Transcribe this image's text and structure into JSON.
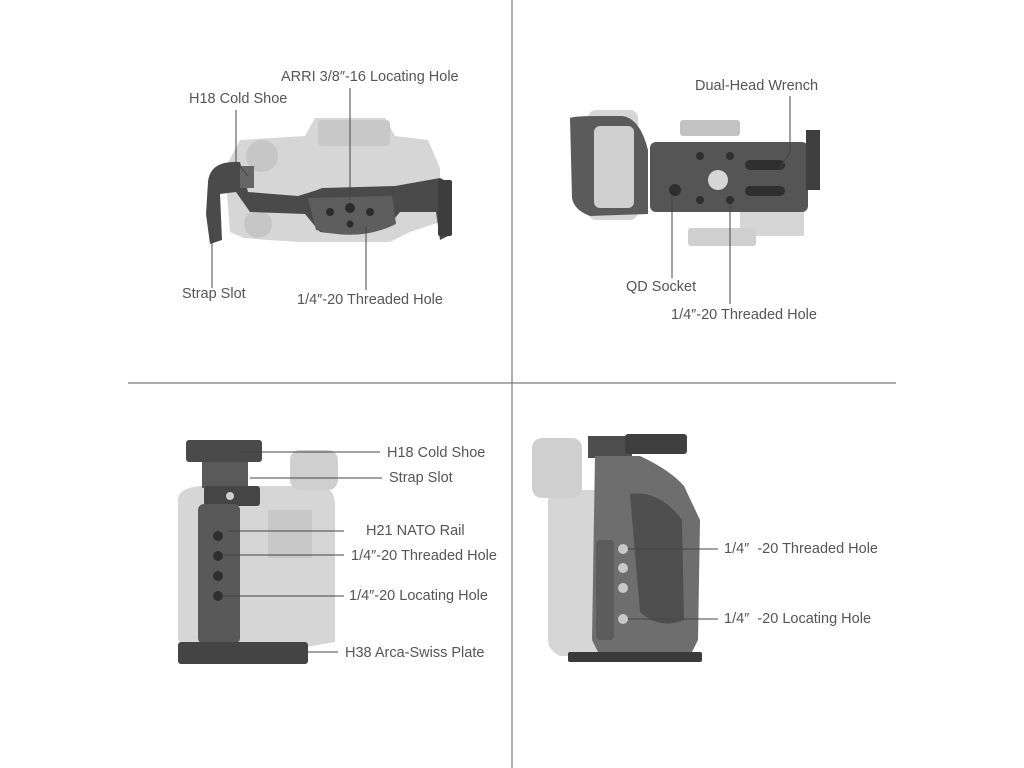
{
  "colors": {
    "divider": "#7a7a7a",
    "leader": "#444444",
    "label_text": "#555555",
    "camera_body": "#d6d6d6",
    "cage_dark": "#4a4a4a",
    "cage_mid": "#6e6e6e",
    "background": "#ffffff"
  },
  "panels": {
    "top_left": {
      "labels": {
        "arri_hole": "ARRI 3/8″-16 Locating Hole",
        "cold_shoe": "H18 Cold Shoe",
        "strap_slot": "Strap Slot",
        "threaded_hole": "1/4″-20 Threaded Hole"
      }
    },
    "top_right": {
      "labels": {
        "wrench": "Dual-Head Wrench",
        "qd_socket": "QD Socket",
        "threaded_hole": "1/4″-20 Threaded Hole"
      }
    },
    "bottom_left": {
      "labels": {
        "cold_shoe": "H18 Cold Shoe",
        "strap_slot": "Strap Slot",
        "nato_rail": "H21 NATO Rail",
        "threaded_hole": "1/4″-20 Threaded Hole",
        "locating_hole": "1/4″-20 Locating Hole",
        "arca_plate": "H38 Arca-Swiss Plate"
      }
    },
    "bottom_right": {
      "labels": {
        "threaded_hole": "1/4″  -20 Threaded Hole",
        "locating_hole": "1/4″  -20 Locating Hole"
      }
    }
  }
}
